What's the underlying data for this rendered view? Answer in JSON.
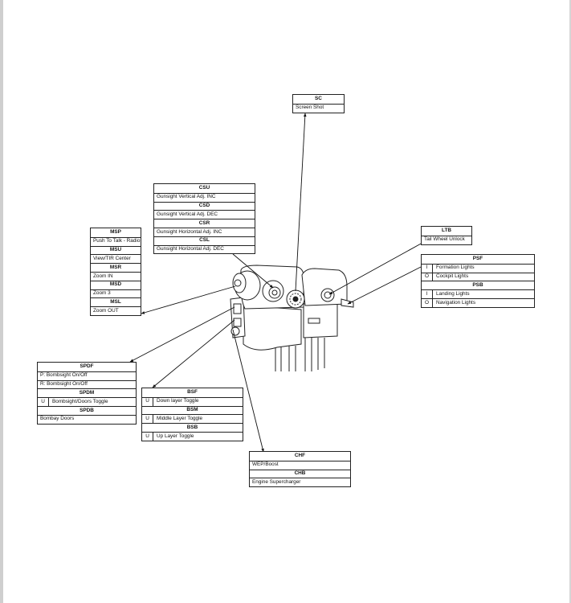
{
  "boxes": {
    "sc": {
      "h1": "SC",
      "r1": "Screen Shot"
    },
    "c": {
      "h1": "CSU",
      "r1": "Gunsight Vertical Adj. INC",
      "h2": "CSD",
      "r2": "Gunsight Vertical Adj. DEC",
      "h3": "CSR",
      "r3": "Gunsight Horizontal Adj. INC",
      "h4": "CSL",
      "r4": "Gunsight Horizontal Adj. DEC"
    },
    "m": {
      "h1": "MSP",
      "r1": "Push To Talk - Radio",
      "h2": "MSU",
      "r2": "View/TIR Center",
      "h3": "MSR",
      "r3": "Zoom IN",
      "h4": "MSD",
      "r4": "Zoom 3",
      "h5": "MSL",
      "r5": "Zoom OUT"
    },
    "ltb": {
      "h1": "LTB",
      "r1": "Tail Wheel Unlock"
    },
    "ps": {
      "h1": "PSF",
      "k1": "I",
      "r1": "Formation Lights",
      "k2": "O",
      "r2": "Cockpit Lights",
      "h2": "PSB",
      "k3": "I",
      "r3": "Landing Lights",
      "k4": "O",
      "r4": "Navigation Lights"
    },
    "sp": {
      "h1": "SPDF",
      "r1": "P: Bombsight On/Off",
      "r2": "R: Bombsight On/Off",
      "h2": "SPDM",
      "k3": "U",
      "r3": "Bombsight/Doors Toggle",
      "h3": "SPDB",
      "r4": "Bombay Doors"
    },
    "b": {
      "h1": "BSF",
      "k1": "U",
      "r1": "Down layer Toggle",
      "h2": "BSM",
      "k2": "U",
      "r2": "Middle Layer Toggle",
      "h3": "BSB",
      "k3": "U",
      "r3": "Up Layer Toggle"
    },
    "ch": {
      "h1": "CHF",
      "r1": "WEP/Boost",
      "h2": "CHB",
      "r2": "Engine Supercharger"
    }
  }
}
